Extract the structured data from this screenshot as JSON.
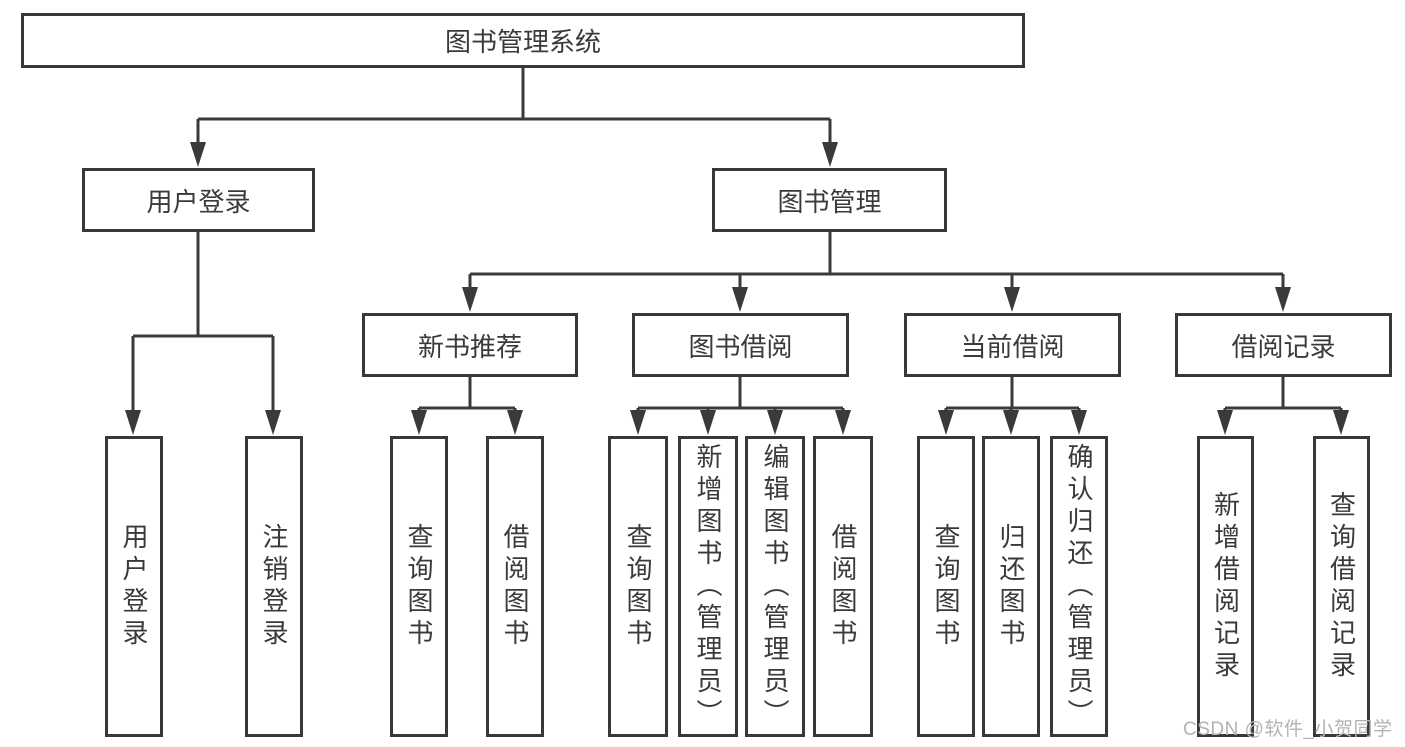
{
  "colors": {
    "line": "#3a3a3a",
    "box_border": "#383838",
    "text": "#3a3a3a",
    "watermark": "#b3b3b3",
    "background": "#ffffff"
  },
  "diagram": {
    "watermark": "CSDN @软件_小贺同学",
    "nodes": {
      "root": "图书管理系统",
      "level2": {
        "user_login": "用户登录",
        "book_management": "图书管理"
      },
      "level3": {
        "new_book_recommend": "新书推荐",
        "book_borrow": "图书借阅",
        "current_borrow": "当前借阅",
        "borrow_records": "借阅记录"
      },
      "leaves": {
        "user_login": "用户登录",
        "logout": "注销登录",
        "recommend_query_books": "查询图书",
        "recommend_borrow_books": "借阅图书",
        "borrow_query_books": "查询图书",
        "borrow_add_books": "新增图书（管理员）",
        "borrow_edit_books": "编辑图书（管理员）",
        "borrow_borrow_books": "借阅图书",
        "current_query_books": "查询图书",
        "current_return_books": "归还图书",
        "current_confirm_return": "确认归还（管理员）",
        "records_add_record": "新增借阅记录",
        "records_query_record": "查询借阅记录"
      }
    },
    "structure": {
      "图书管理系统": {
        "用户登录": [
          "用户登录",
          "注销登录"
        ],
        "图书管理": {
          "新书推荐": [
            "查询图书",
            "借阅图书"
          ],
          "图书借阅": [
            "查询图书",
            "新增图书（管理员）",
            "编辑图书（管理员）",
            "借阅图书"
          ],
          "当前借阅": [
            "查询图书",
            "归还图书",
            "确认归还（管理员）"
          ],
          "借阅记录": [
            "新增借阅记录",
            "查询借阅记录"
          ]
        }
      }
    }
  }
}
